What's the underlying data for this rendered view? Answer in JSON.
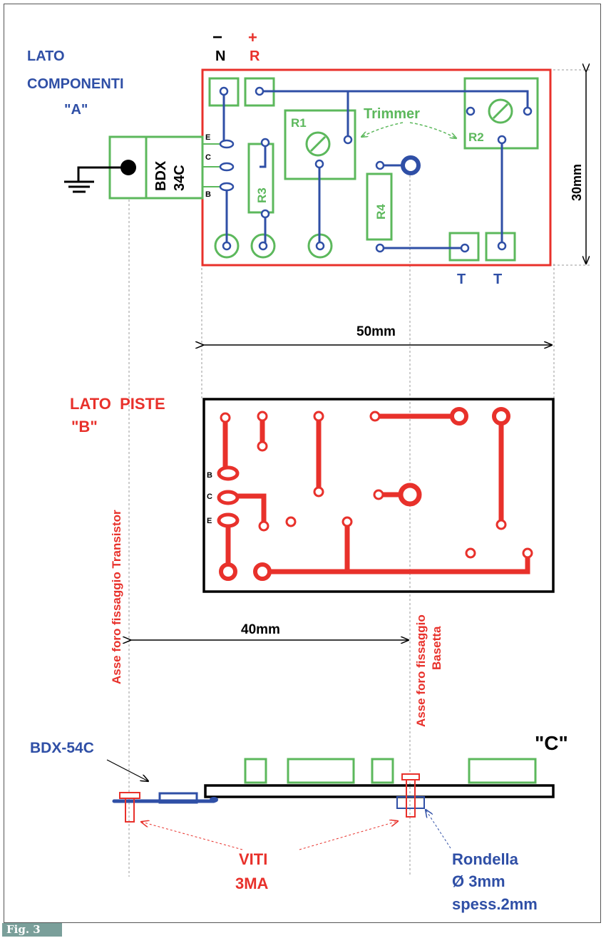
{
  "colors": {
    "blue": "#2f4fa6",
    "red": "#e8312b",
    "green": "#5cb85c",
    "black": "#000000",
    "caption_bg": "#7a9f9a"
  },
  "caption": "Fig. 3",
  "side_a": {
    "title_line1": "LATO",
    "title_line2": "COMPONENTI",
    "title_line3": "\"A\"",
    "negative_sign": "−",
    "negative_label": "N",
    "positive_sign": "+",
    "positive_label": "R",
    "transistor_line1": "BDX",
    "transistor_line2": "34C",
    "pin_e": "E",
    "pin_c": "C",
    "pin_b": "B",
    "r1": "R1",
    "r2": "R2",
    "r3": "R3",
    "r4": "R4",
    "trimmer": "Trimmer",
    "terminal_t1": "T",
    "terminal_t2": "T",
    "height_dim": "30mm",
    "width_dim": "50mm"
  },
  "side_b": {
    "title_line1": "LATO  PISTE",
    "title_line2": "\"B\"",
    "pin_b": "B",
    "pin_c": "C",
    "pin_e": "E",
    "axis_transistor": "Asse foro fissaggio Transistor",
    "axis_board_line1": "Asse foro fissaggio",
    "axis_board_line2": "Basetta",
    "distance_dim": "40mm"
  },
  "side_c": {
    "title": "\"C\"",
    "transistor": "BDX-54C",
    "screws_line1": "VITI",
    "screws_line2": "3MA",
    "washer_line1": "Rondella",
    "washer_line2": "Ø 3mm",
    "washer_line3": "spess.2mm"
  }
}
